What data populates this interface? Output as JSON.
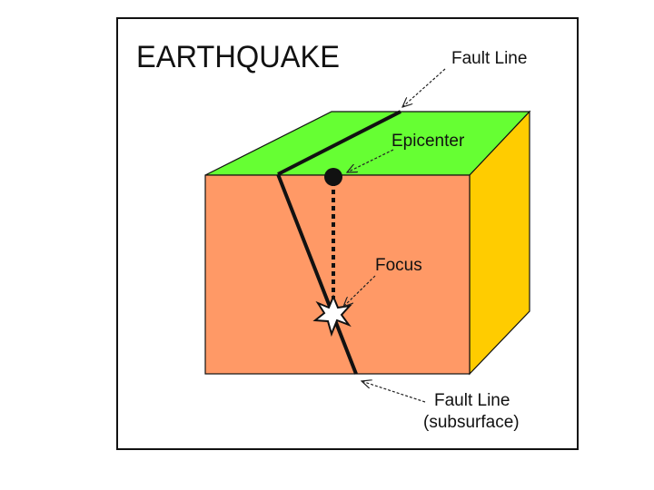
{
  "diagram": {
    "title": "EARTHQUAKE",
    "labels": {
      "fault_line_top": "Fault Line",
      "epicenter": "Epicenter",
      "focus": "Focus",
      "fault_line_bottom_line1": "Fault Line",
      "fault_line_bottom_line2": "(subsurface)"
    },
    "colors": {
      "top_face": "#66ff33",
      "front_face": "#ff9966",
      "side_face": "#ffcc00",
      "outline": "#111111",
      "frame": "#111111"
    }
  }
}
